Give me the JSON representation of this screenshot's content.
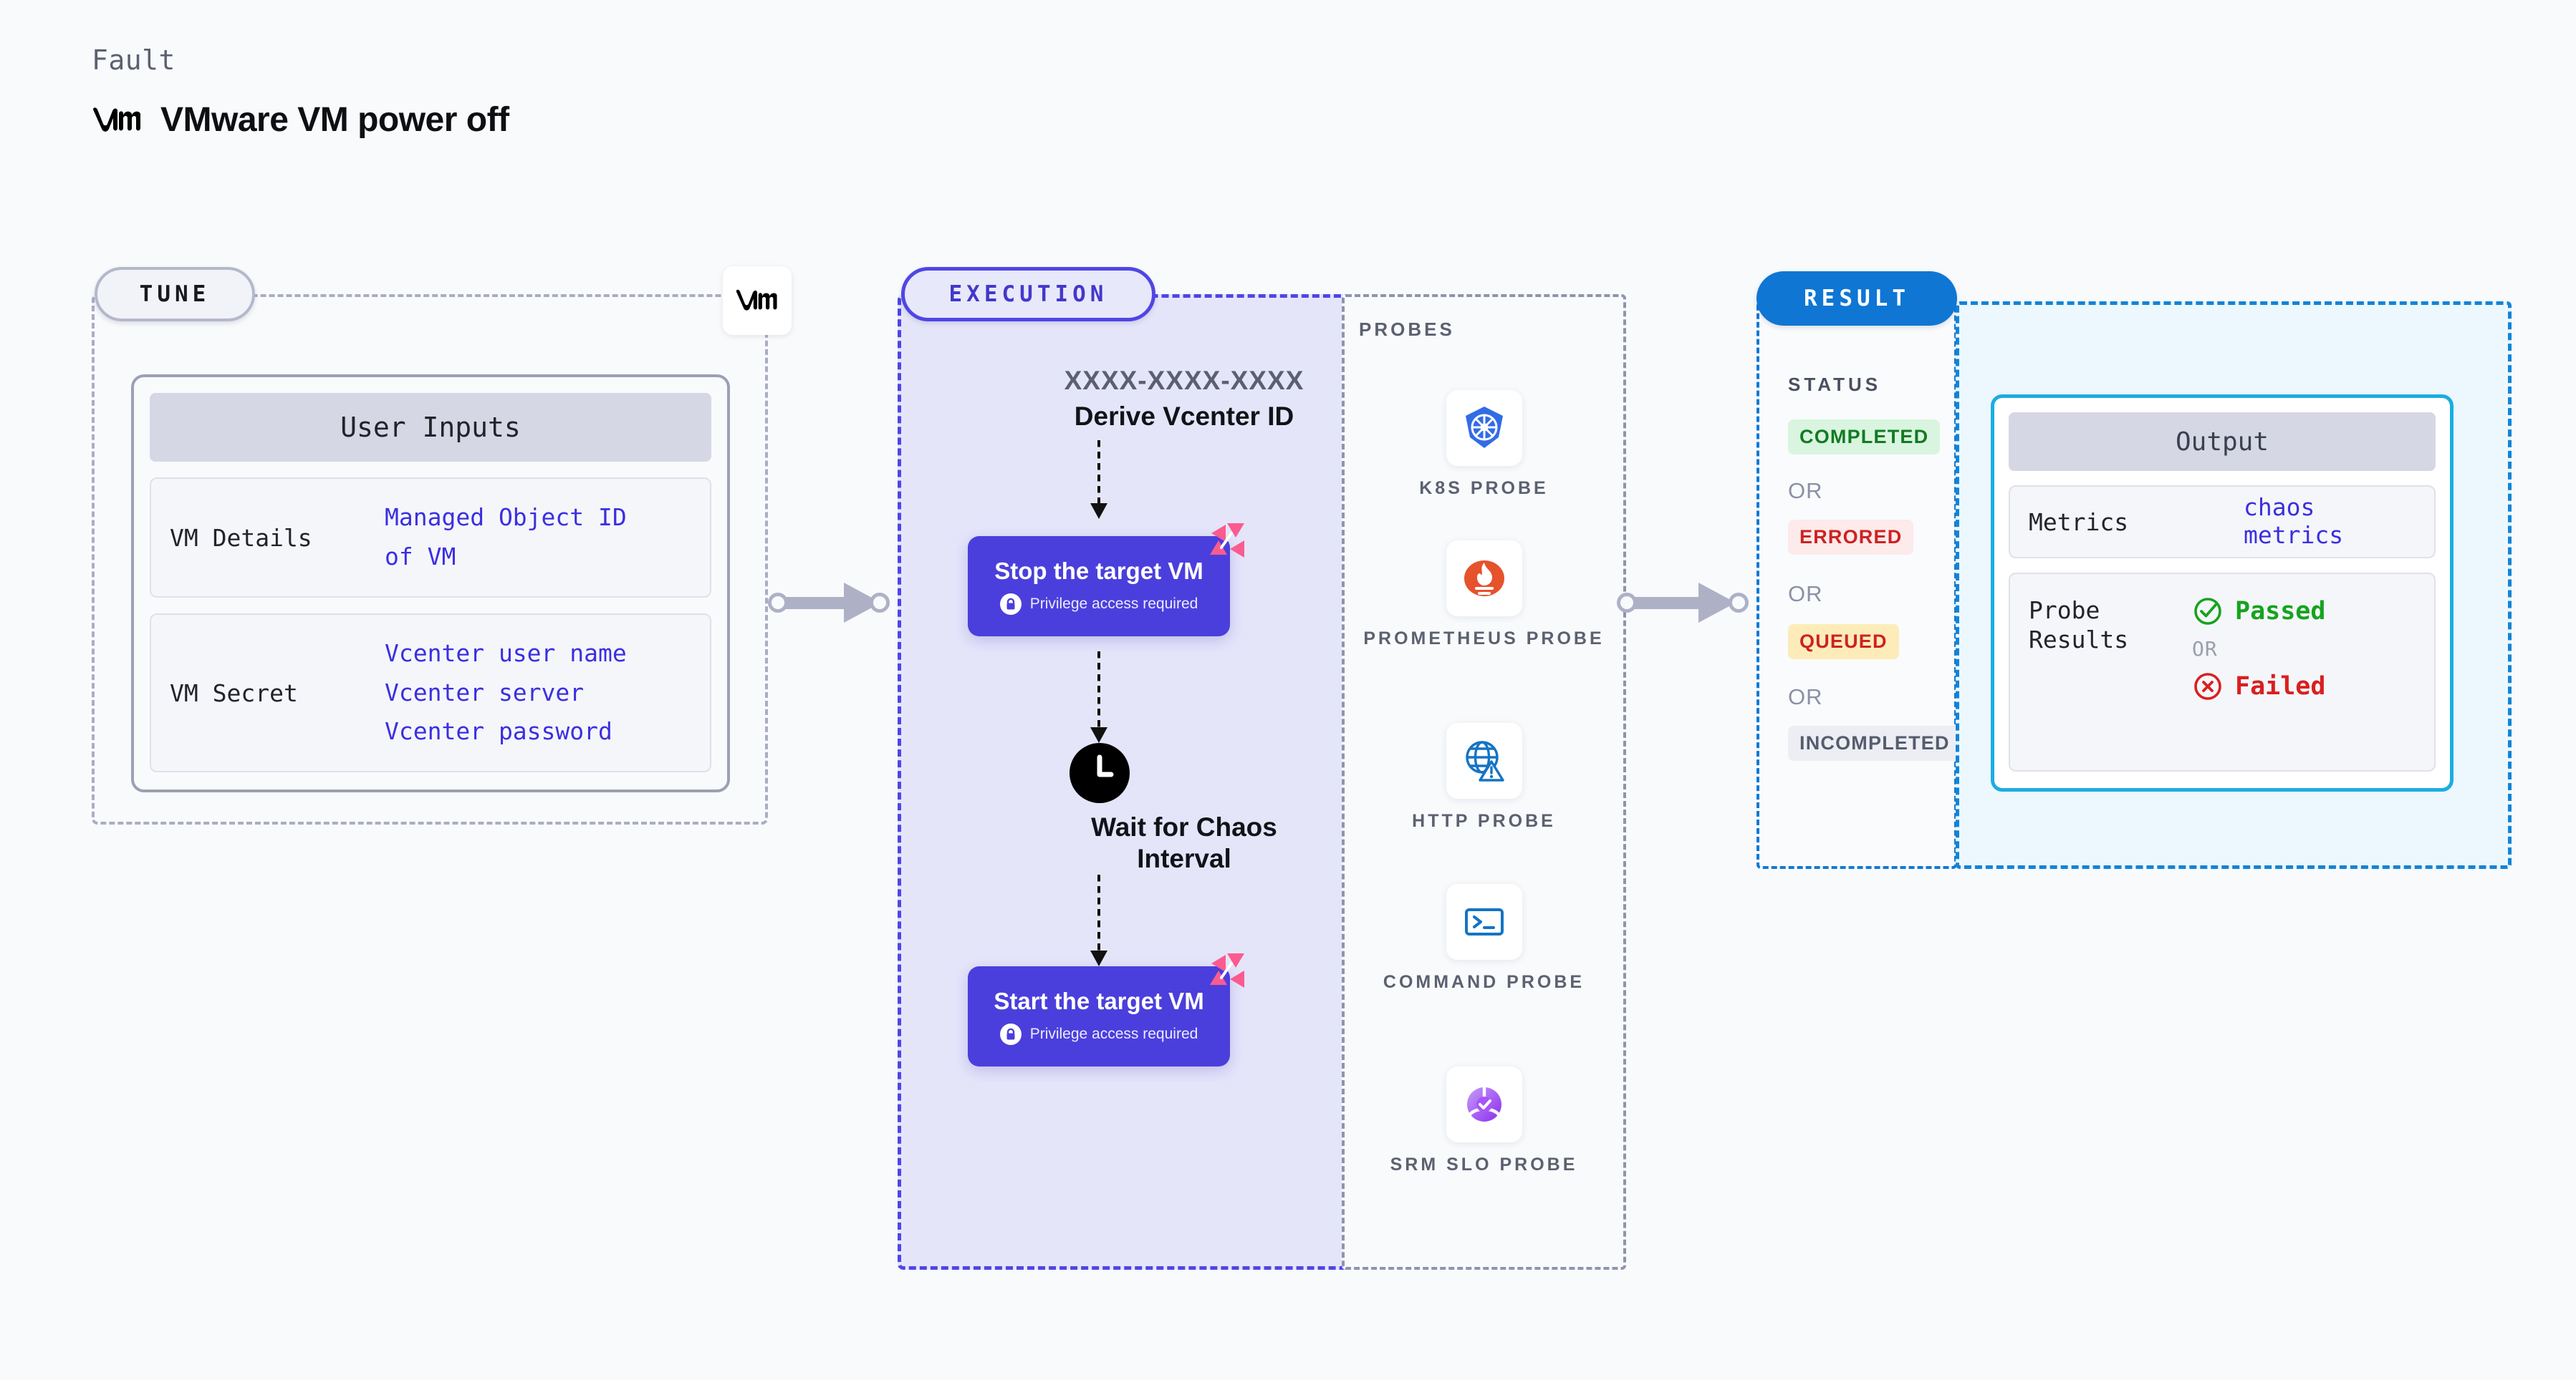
{
  "header": {
    "kicker": "Fault",
    "title": "VMware VM power off",
    "logo_icon": "vmware-vm-logo"
  },
  "tune": {
    "pill_label": "TUNE",
    "badge_icon": "vmware-vm-logo",
    "card_title": "User Inputs",
    "rows": [
      {
        "label": "VM Details",
        "values": [
          "Managed Object ID",
          "of VM"
        ]
      },
      {
        "label": "VM Secret",
        "values": [
          "Vcenter user name",
          "Vcenter server",
          "Vcenter password"
        ]
      }
    ]
  },
  "execution": {
    "pill_label": "EXECUTION",
    "derive_id": "XXXX-XXXX-XXXX",
    "derive_label": "Derive Vcenter ID",
    "action_stop": {
      "title": "Stop the target VM",
      "privilege": "Privilege access required",
      "lock_icon": "lock-icon",
      "chaos_icon": "chaos-pinwheel-icon"
    },
    "wait": {
      "icon": "clock-icon",
      "line1": "Wait for Chaos",
      "line2": "Interval"
    },
    "action_start": {
      "title": "Start the target VM",
      "privilege": "Privilege access required",
      "lock_icon": "lock-icon",
      "chaos_icon": "chaos-pinwheel-icon"
    }
  },
  "probes": {
    "title": "PROBES",
    "items": [
      {
        "name": "K8S PROBE",
        "icon": "kubernetes-icon"
      },
      {
        "name": "PROMETHEUS PROBE",
        "icon": "prometheus-icon"
      },
      {
        "name": "HTTP PROBE",
        "icon": "http-globe-warning-icon"
      },
      {
        "name": "COMMAND PROBE",
        "icon": "terminal-icon"
      },
      {
        "name": "SRM SLO PROBE",
        "icon": "srm-slo-icon"
      }
    ]
  },
  "result": {
    "pill_label": "RESULT",
    "status_title": "STATUS",
    "or_label": "OR",
    "statuses": [
      {
        "label": "COMPLETED",
        "bg": "#d9f5df",
        "color": "#127a23"
      },
      {
        "label": "ERRORED",
        "bg": "#fdeaea",
        "color": "#cd2222"
      },
      {
        "label": "QUEUED",
        "bg": "#fdecba",
        "color": "#cd2222"
      },
      {
        "label": "INCOMPLETED",
        "bg": "#eceef3",
        "color": "#565c6e"
      }
    ]
  },
  "output": {
    "card_title": "Output",
    "metrics_label": "Metrics",
    "metrics_value": "chaos metrics",
    "probe_results_label": "Probe Results",
    "passed_label": "Passed",
    "failed_label": "Failed",
    "or_label": "OR",
    "passed_icon": "check-circle-icon",
    "failed_icon": "x-circle-icon"
  },
  "colors": {
    "accent_purple": "#4a3fdc",
    "accent_blue": "#0f76d4",
    "value_blue": "#3b2fe0",
    "chaos_pink": "#fb5b8f"
  }
}
